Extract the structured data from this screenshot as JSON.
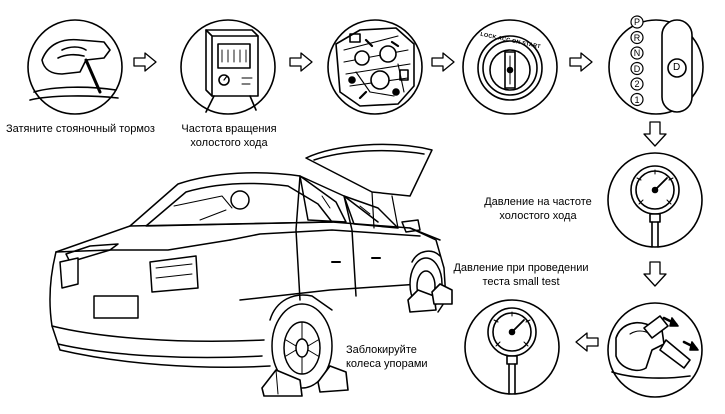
{
  "labels": {
    "parking_brake": "Затяните стояночный тормоз",
    "idle_speed": [
      "Частота вращения",
      "холостого хода"
    ],
    "pressure_idle": [
      "Давление на частоте",
      "холостого хода"
    ],
    "pressure_test": [
      "Давление при проведении",
      "теста small test"
    ],
    "block_wheels": [
      "Заблокируйте",
      "колеса упорами"
    ]
  },
  "selector_positions": [
    "P",
    "R",
    "N",
    "D",
    "2",
    "1"
  ],
  "selector_indicator": "D",
  "ignition_ring_text": "LOCK ACC ON START",
  "colors": {
    "ink": "#000000",
    "paper": "#ffffff"
  },
  "icons": [
    "hand-brake-icon",
    "tachometer-icon",
    "engine-icon",
    "ignition-switch-icon",
    "gear-selector-icon",
    "pressure-gauge-icon",
    "pedal-icon",
    "car-icon",
    "wheel-chock-icon",
    "arrow-right-icon",
    "arrow-left-icon",
    "arrow-down-icon"
  ]
}
